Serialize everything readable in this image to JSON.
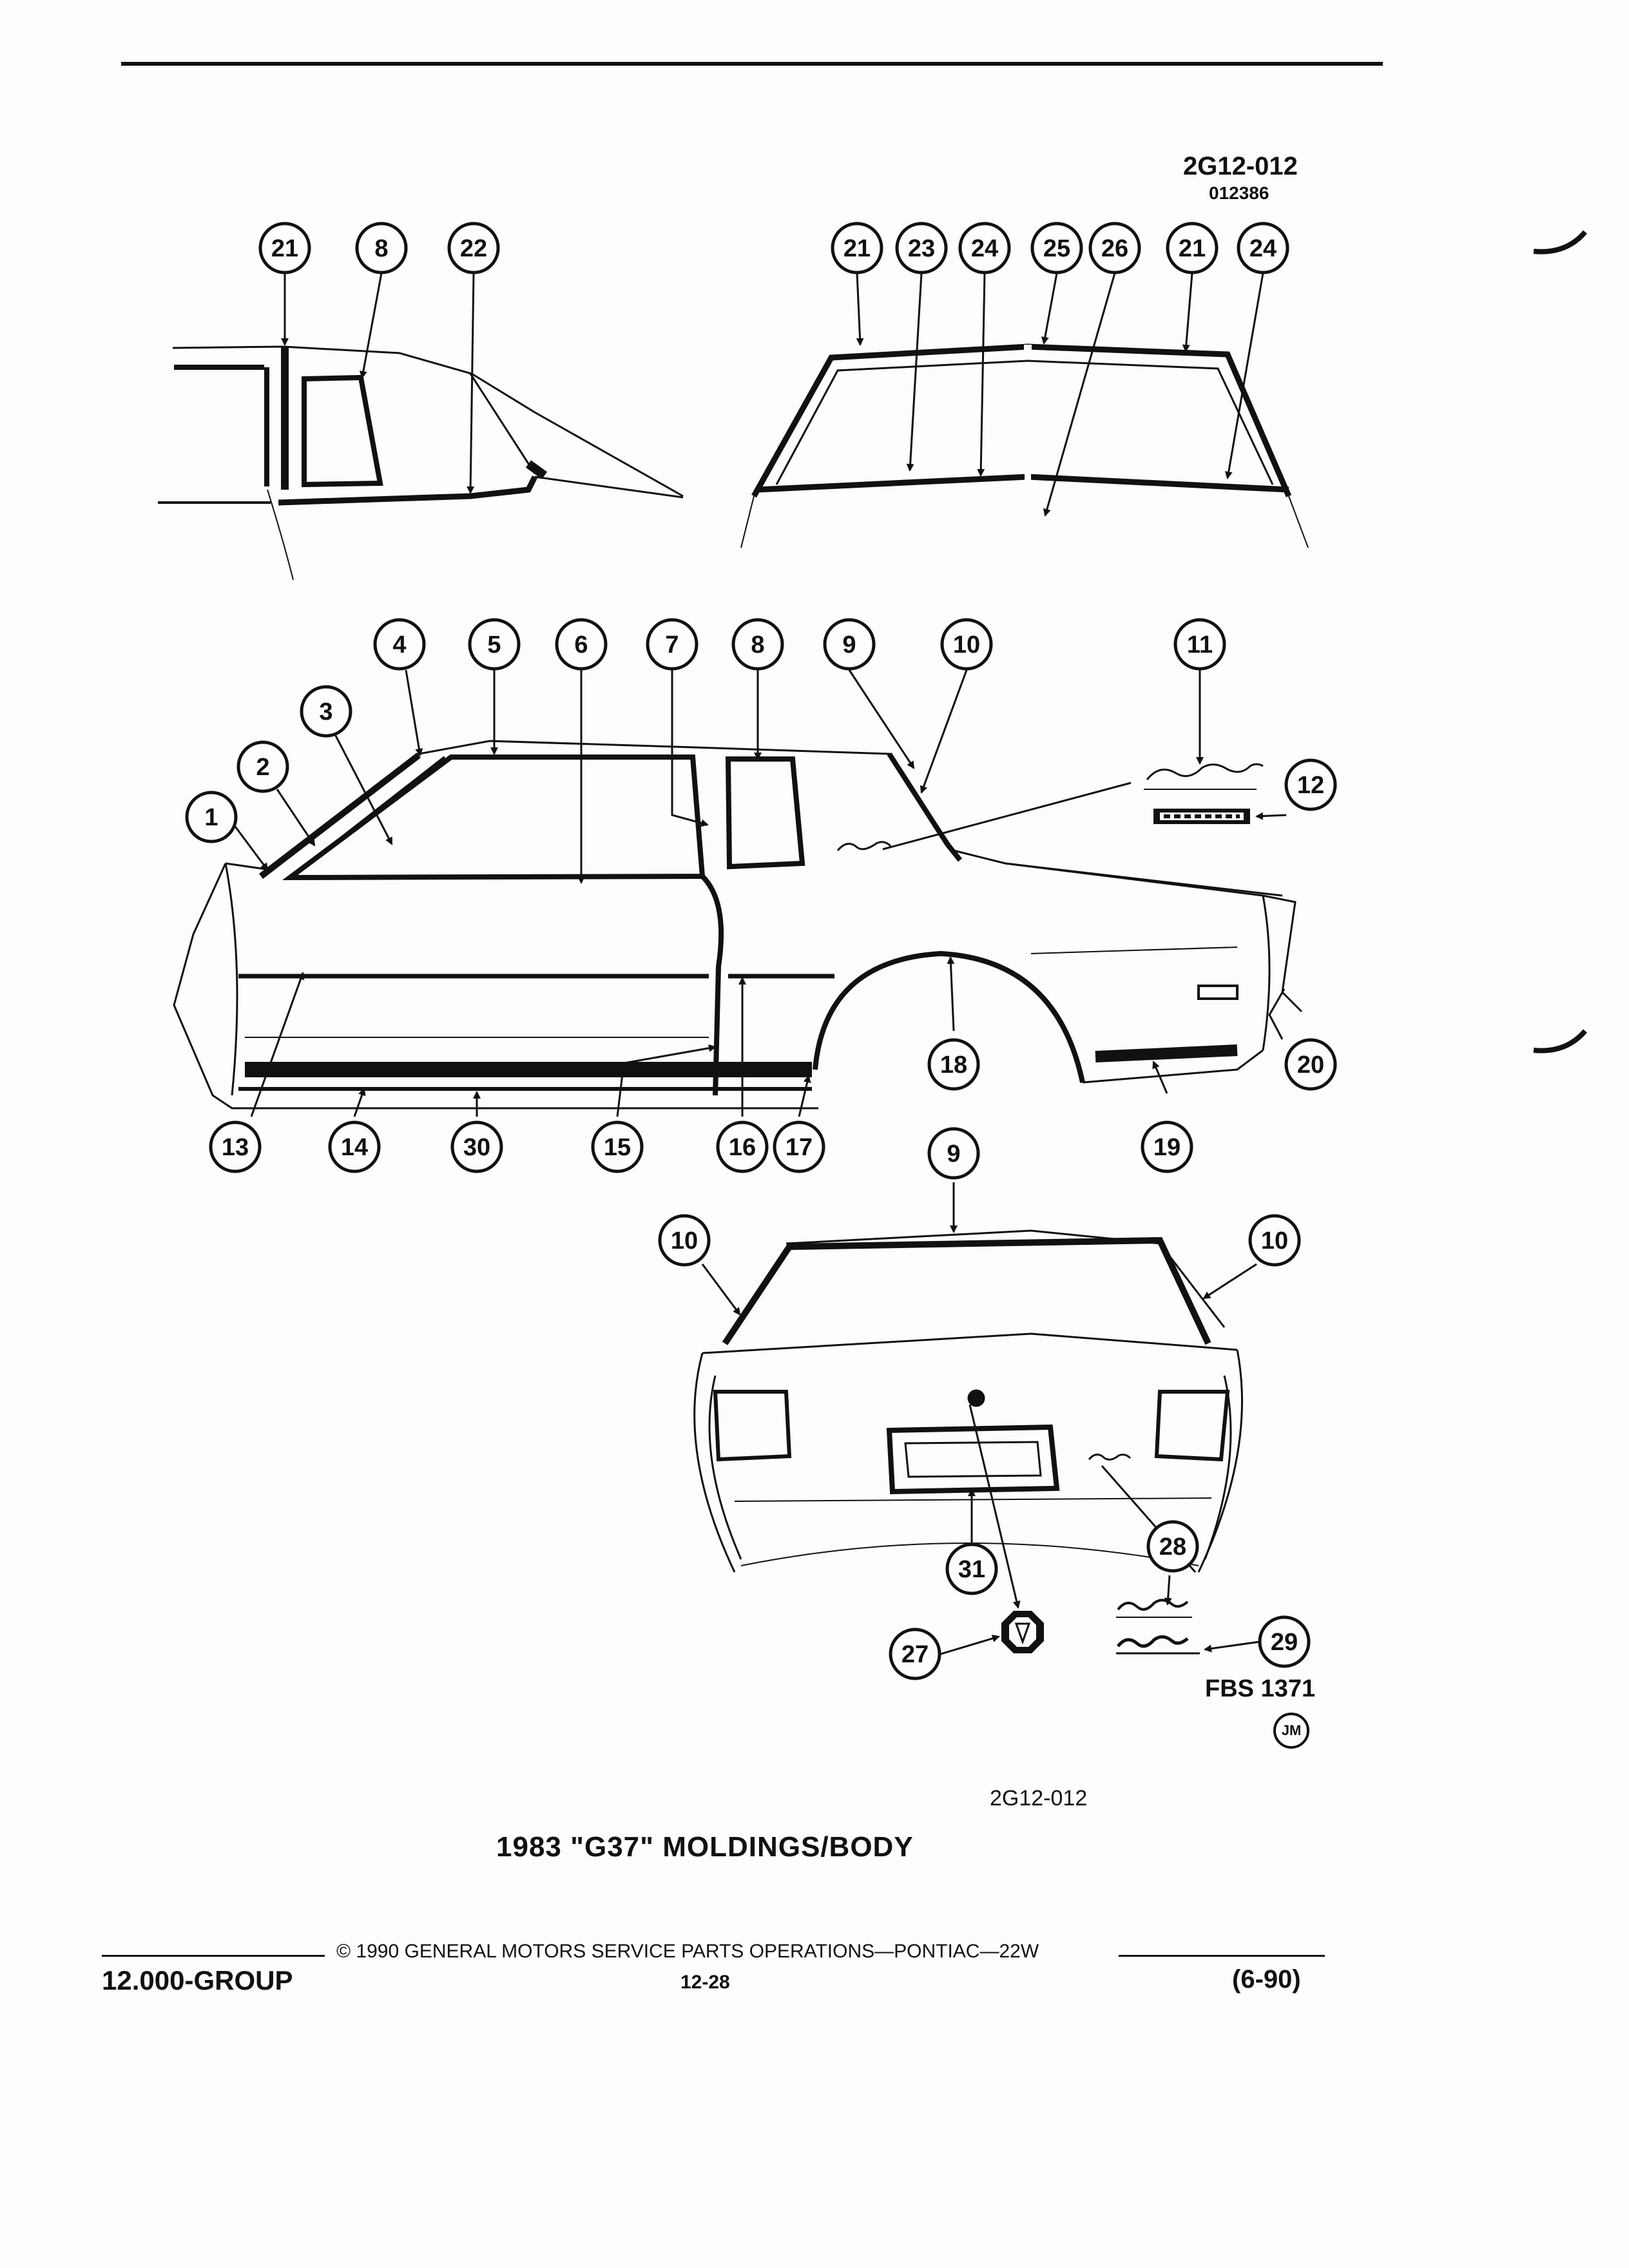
{
  "header": {
    "figure_number": "2G12-012",
    "sub_number": "012386"
  },
  "callouts": {
    "c1": "1",
    "c2": "2",
    "c3": "3",
    "c4": "4",
    "c5": "5",
    "c6": "6",
    "c7": "7",
    "c8": "8",
    "c9": "9",
    "c10": "10",
    "c11": "11",
    "c12": "12",
    "c13": "13",
    "c14": "14",
    "c15": "15",
    "c16": "16",
    "c17": "17",
    "c18": "18",
    "c19": "19",
    "c20": "20",
    "c21": "21",
    "c22": "22",
    "c23": "23",
    "c24": "24",
    "c25": "25",
    "c26": "26",
    "c27": "27",
    "c28": "28",
    "c29": "29",
    "c30": "30",
    "c31": "31"
  },
  "artwork": {
    "code": "FBS 1371",
    "initials": "JM"
  },
  "figure_ref": "2G12-012",
  "caption": "1983 \"G37\" MOLDINGS/BODY",
  "footer": {
    "copyright": "© 1990 GENERAL MOTORS SERVICE PARTS OPERATIONS—PONTIAC—22W",
    "group": "12.000-GROUP",
    "page": "12-28",
    "revision": "(6-90)"
  }
}
